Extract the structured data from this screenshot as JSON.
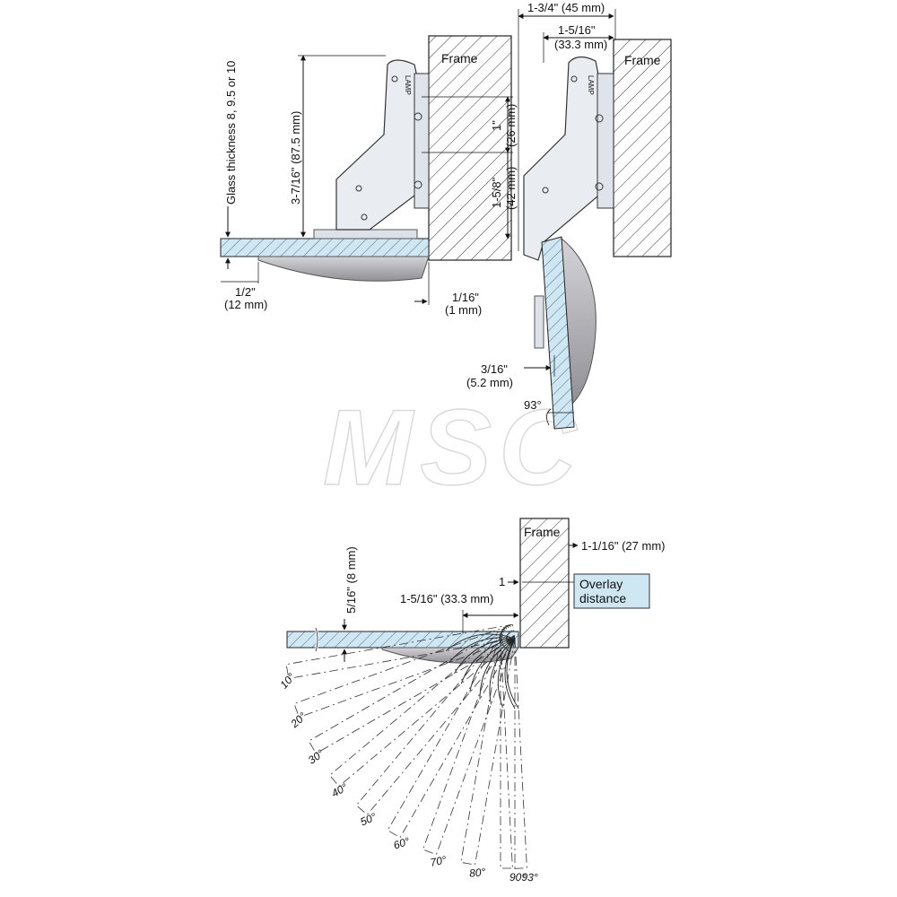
{
  "top_left_view": {
    "frame_label": "Frame",
    "glass_thickness": "Glass thickness 8, 9.5 or 10",
    "height": "3-7/16\" (87.5 mm)",
    "inner_depth_in": "1/2\"",
    "inner_depth_mm": "(12 mm)",
    "gap_in": "1/16\"",
    "gap_mm": "(1 mm)",
    "upper_hole_in": "1\"",
    "upper_hole_mm": "(26 mm)",
    "lower_hole_in": "1-5/8\"",
    "lower_hole_mm": "(42 mm)",
    "brand": "LAMP"
  },
  "top_right_view": {
    "frame_label": "Frame",
    "total_width": "1-3/4\" (45 mm)",
    "cup_center_in": "1-5/16\"",
    "cup_center_mm": "(33.3 mm)",
    "offset_in": "3/16\"",
    "offset_mm": "(5.2 mm)",
    "open_angle": "93°",
    "brand": "LAMP"
  },
  "bottom_view": {
    "frame_label": "Frame",
    "frame_depth": "1-1/16\" (27 mm)",
    "overlay_marker": "1",
    "overlay_label_line1": "Overlay",
    "overlay_label_line2": "distance",
    "cup_center": "1-5/16\" (33.3 mm)",
    "glass_offset": "5/16\" (8 mm)",
    "angles": [
      "10°",
      "20°",
      "30°",
      "40°",
      "50°",
      "60°",
      "70°",
      "80°",
      "90°",
      "93°"
    ]
  },
  "watermark": "MSC",
  "colors": {
    "glass": "#cfe6f3",
    "hinge_body": "#e9edf2",
    "cup_gray": "#a9a9ad",
    "overlay_box": "#cfe6f3"
  }
}
